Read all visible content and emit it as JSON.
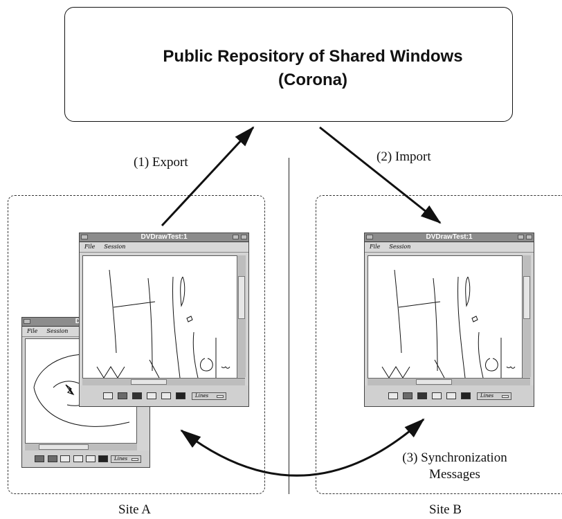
{
  "repository": {
    "title_line1": "Public Repository of Shared Windows",
    "title_line2": "(Corona)"
  },
  "arrows": {
    "export_label": "(1) Export",
    "import_label": "(2) Import",
    "sync_label_line1": "(3) Synchronization",
    "sync_label_line2": "Messages"
  },
  "sites": {
    "site_a_label": "Site A",
    "site_b_label": "Site B"
  },
  "windows": {
    "front_title": "DVDrawTest:1",
    "back_title": "DVDra",
    "menu_file": "File",
    "menu_session": "Session",
    "lines_select": "Lines"
  },
  "colors": {
    "line": "#111111",
    "titlebar": "#8c8c8c",
    "window_bg": "#d4d4d4"
  }
}
